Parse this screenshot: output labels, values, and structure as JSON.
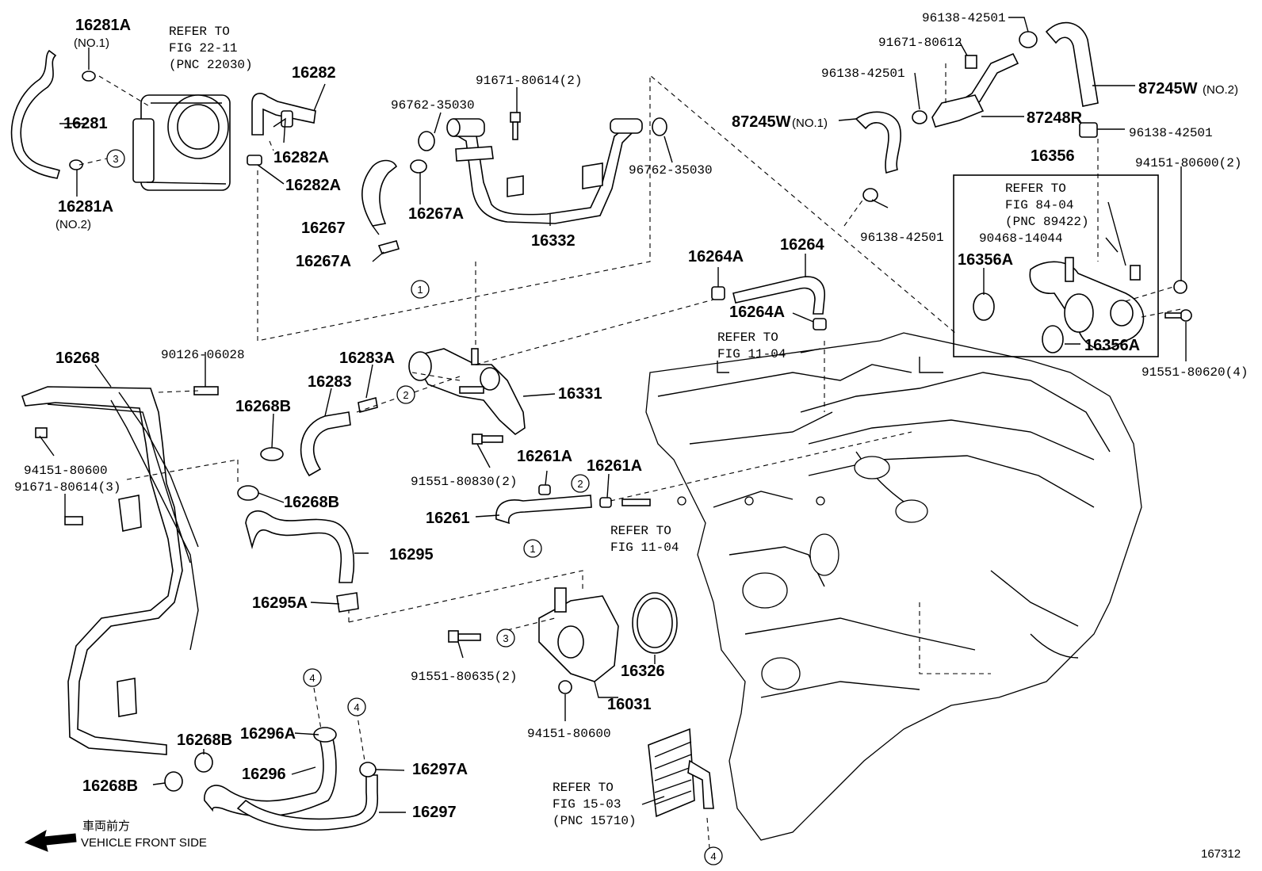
{
  "labels": {
    "p16281A_1": "16281A",
    "no1": "(NO.1)",
    "refer_22_11": "REFER TO",
    "fig_22_11": "FIG 22-11",
    "pnc_22030": "(PNC 22030)",
    "p16282": "16282",
    "p16281": "16281",
    "p16282A_a": "16282A",
    "p16282A_b": "16282A",
    "p16281A_2": "16281A",
    "no2": "(NO.2)",
    "p91671_80614_2": "91671-80614(2)",
    "p96762_35030_a": "96762-35030",
    "p96762_35030_b": "96762-35030",
    "p16267": "16267",
    "p16267A_a": "16267A",
    "p16267A_b": "16267A",
    "p16332": "16332",
    "p96138_a": "96138-42501",
    "p91671_80612": "91671-80612",
    "p96138_b": "96138-42501",
    "p87245W_2": "87245W",
    "no2b": "(NO.2)",
    "p87245W_1": "87245W",
    "no1b": "(NO.1)",
    "p87248R": "87248R",
    "p96138_c": "96138-42501",
    "p16356": "16356",
    "p94151_80600_2": "94151-80600(2)",
    "refer_84_04": "REFER TO",
    "fig_84_04": "FIG 84-04",
    "pnc_89422": "(PNC 89422)",
    "p90468": "90468-14044",
    "p16356A_a": "16356A",
    "p16356A_b": "16356A",
    "p96138_d": "96138-42501",
    "p91551_80620": "91551-80620(4)",
    "p16264A_a": "16264A",
    "p16264": "16264",
    "p16264A_b": "16264A",
    "refer_11_04_a": "REFER TO",
    "fig_11_04_a": "FIG 11-04",
    "p16268": "16268",
    "p90126": "90126-06028",
    "p16283A": "16283A",
    "p16283": "16283",
    "p16331": "16331",
    "p16268B_a": "16268B",
    "p94151_80600_a": "94151-80600",
    "p91671_80614_3": "91671-80614(3)",
    "p16268B_b": "16268B",
    "p91551_80830": "91551-80830(2)",
    "p16261A_a": "16261A",
    "p16261A_b": "16261A",
    "p16261": "16261",
    "refer_11_04_b": "REFER TO",
    "fig_11_04_b": "FIG 11-04",
    "p16295": "16295",
    "p16295A": "16295A",
    "p16326": "16326",
    "p91551_80635": "91551-80635(2)",
    "p16031": "16031",
    "p94151_80600_b": "94151-80600",
    "p16296A": "16296A",
    "p16268B_c": "16268B",
    "p16296": "16296",
    "p16297A": "16297A",
    "p16268B_d": "16268B",
    "p16297": "16297",
    "refer_15_03": "REFER TO",
    "fig_15_03": "FIG 15-03",
    "pnc_15710": "(PNC 15710)",
    "front_jp": "車両前方",
    "front_en": "VEHICLE FRONT SIDE",
    "fig_number": "167312"
  },
  "markers": {
    "m1": "1",
    "m2": "2",
    "m3": "3",
    "m4": "4"
  }
}
